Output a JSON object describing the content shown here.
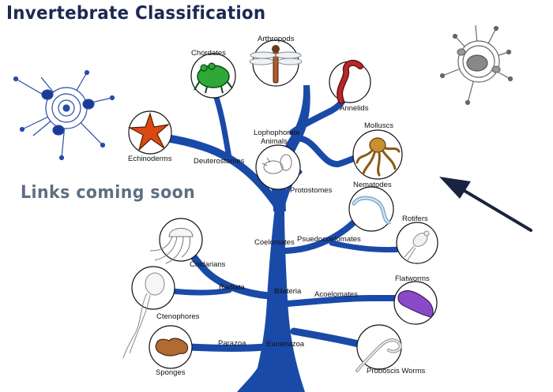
{
  "title": "Invertebrate Classification",
  "notice": "Links coming soon",
  "nodes": {
    "chordates": "Chordates",
    "arthropods": "Arthropods",
    "annelids": "Annelids",
    "echinoderms": "Echinoderms",
    "lophophorate_1": "Lophophorate",
    "lophophorate_2": "Animals",
    "molluscs": "Molluscs",
    "nematodes": "Nematodes",
    "rotifers": "Rotifers",
    "cnidarians": "Cnidarians",
    "ctenophores": "Ctenophores",
    "flatworms": "Flatworms",
    "sponges": "Sponges",
    "proboscis_worms": "Proboscis Worms"
  },
  "branches": {
    "deuterostomes": "Deuterostomes",
    "protostomes": "Protostomes",
    "pseudocoelomates": "Psuedocoelomates",
    "coelomates": "Coelomates",
    "radiata": "Radiata",
    "bilateria": "Bilateria",
    "acoelomates": "Acoelomates",
    "parazoa": "Parazoa",
    "eumetazoa": "Eumetazoa"
  },
  "colors": {
    "trunk": "#1a4aa8",
    "title": "#1c2a52",
    "notice": "#5f6f82"
  }
}
